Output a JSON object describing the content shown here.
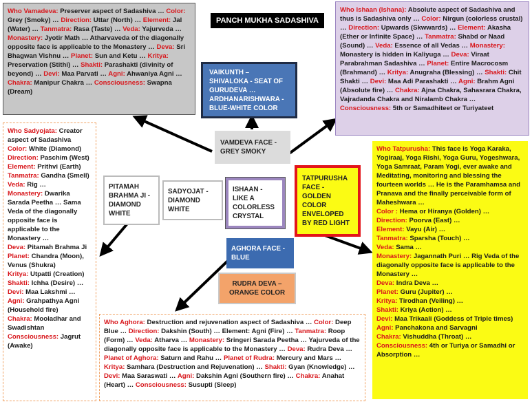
{
  "title": "PANCH MUKHA SADASHIVA",
  "vamadeva_panel": [
    {
      "k": "Who Vamadeva:",
      "v": " Preserver aspect of Sadashiva … "
    },
    {
      "k": "Color:",
      "v": " Grey (Smoky) … "
    },
    {
      "k": "Direction:",
      "v": " Uttar (North) … "
    },
    {
      "k": "Element:",
      "v": " Jal (Water) … "
    },
    {
      "k": "Tanmatra:",
      "v": " Rasa (Taste) … "
    },
    {
      "k": "Veda:",
      "v": " Yajurveda … "
    },
    {
      "k": "Monastery:",
      "v": " Jyotir Math … Atharvaveda of the diagonally opposite face is applicable to the Monastery … "
    },
    {
      "k": "Deva:",
      "v": " Sri Bhagwan Vishnu … "
    },
    {
      "k": "Planet:",
      "v": " Sun and Ketu … "
    },
    {
      "k": "Kritya:",
      "v": " Preservation (Stithi) … "
    },
    {
      "k": "Shakti:",
      "v": " Parashakti (divinity of beyond) … "
    },
    {
      "k": "Devi:",
      "v": " Maa Parvati … "
    },
    {
      "k": "Agni:",
      "v": " Ahwaniya Agni … "
    },
    {
      "k": "Chakra:",
      "v": " Manipur Chakra … "
    },
    {
      "k": "Consciousness:",
      "v": " Swapna (Dream)"
    }
  ],
  "ishaan_panel": [
    {
      "k": "Who Ishaan (Ishana):",
      "v": " Absolute aspect of Sadashiva and thus is Sadashiva only … "
    },
    {
      "k": "Color:",
      "v": " Nirgun (colorless crustal) … "
    },
    {
      "k": "Direction:",
      "v": " Upwards (Skwwards) … "
    },
    {
      "k": "Element:",
      "v": " Akasha (Ether or Infinite Space) … "
    },
    {
      "k": "Tanmatra:",
      "v": " Shabd or Naad (Sound) … "
    },
    {
      "k": "Veda:",
      "v": " Essence of all Vedas … "
    },
    {
      "k": "Monastery:",
      "v": " Monastery is hidden in Kaliyuga … "
    },
    {
      "k": "Deva:",
      "v": " Viraat Parabrahman Sadashiva … "
    },
    {
      "k": "Planet:",
      "v": " Entire Macrocosm (Brahmand) … "
    },
    {
      "k": "Kritya:",
      "v": " Anugraha (Blessing) … "
    },
    {
      "k": "Shakti:",
      "v": " Chit Shakti … "
    },
    {
      "k": "Devi:",
      "v": " Maa Adi Parashakti … "
    },
    {
      "k": "Agni:",
      "v": " Brahm Agni (Absolute fire) … "
    },
    {
      "k": "Chakra:",
      "v": " Ajna Chakra, Sahasrara Chakra, Vajradanda Chakra and Niralamb Chakra … "
    },
    {
      "k": "Consciousness:",
      "v": " 5th or Samadhiteet or Turiyateet"
    }
  ],
  "sadyojata_panel": [
    {
      "k": "Who Sadyojata:",
      "v": " Creator aspect of Sadashiva"
    },
    {
      "k": "Color:",
      "v": " White (Diamond)"
    },
    {
      "k": "Direction:",
      "v": " Paschim (West)"
    },
    {
      "k": "Element:",
      "v": " Prithvi (Earth)"
    },
    {
      "k": "Tanmatra:",
      "v": " Gandha (Smell)"
    },
    {
      "k": "Veda:",
      "v": " Rig …"
    },
    {
      "k": "Monastery:",
      "v": " Dwarika Sarada Peetha … Sama Veda of the diagonally opposite face is applicable to the Monastery …"
    },
    {
      "k": "Deva:",
      "v": " Pitamah Brahma Ji"
    },
    {
      "k": "Planet:",
      "v": " Chandra (Moon), Venus (Shukra)"
    },
    {
      "k": "Kritya:",
      "v": " Utpatti (Creation)"
    },
    {
      "k": "Shakti:",
      "v": " Ichha (Desire) …"
    },
    {
      "k": "Devi:",
      "v": " Maa Lakshmi …"
    },
    {
      "k": "Agni:",
      "v": " Grahpathya Agni (Household fire)"
    },
    {
      "k": "Chakra:",
      "v": " Mooladhar and Swadishtan"
    },
    {
      "k": "Consciousness:",
      "v": " Jagrut (Awake)"
    }
  ],
  "tatpurusha_panel": [
    {
      "k": "Who Tatpurusha:",
      "v": " This face is Yoga Karaka, Yogiraaj, Yoga Rishi, Yoga Guru, Yogeshwara, Yoga Samraat, Param Yogi, ever awake and Meditating, monitoring and blessing the fourteen worlds … He is the Paramhamsa and Pranava and the finally perceivable form of Maheshwara …"
    },
    {
      "k": "Color :",
      "v": " Hema or Hiranya (Golden) …"
    },
    {
      "k": "Direction:",
      "v": " Poorva (East) …"
    },
    {
      "k": "Element:",
      "v": " Vayu (Air) …"
    },
    {
      "k": "Tanmatra:",
      "v": " Sparsha (Touch) …"
    },
    {
      "k": "Veda:",
      "v": " Sama …"
    },
    {
      "k": "Monastery:",
      "v": " Jagannath Puri … Rig Veda of the diagonally opposite face is applicable to the Monastery …"
    },
    {
      "k": "Deva:",
      "v": " Indra Deva …"
    },
    {
      "k": "Planet:",
      "v": " Guru (Jupiter) …"
    },
    {
      "k": "Kritya:",
      "v": " Tirodhan (Veiling) …"
    },
    {
      "k": "Shakti:",
      "v": " Kriya (Action) …"
    },
    {
      "k": "Devi:",
      "v": " Maa Trikaali (Goddess of Triple times)"
    },
    {
      "k": "Agni:",
      "v": " Panchakona and Sarvagni"
    },
    {
      "k": "Chakra:",
      "v": " Vishuddha (Throat) …"
    },
    {
      "k": "Consciousness:",
      "v": " 4th or Turiya or Samadhi or Absorption …"
    }
  ],
  "aghora_panel": [
    {
      "k": "Who Aghora:",
      "v": " Destruction and rejuvenation aspect of Sadashiva … "
    },
    {
      "k": "Color:",
      "v": " Deep Blue … "
    },
    {
      "k": "Direction:",
      "v": " Dakshin (South) … Element: Agni (Fire) … "
    },
    {
      "k": "Tanmatra:",
      "v": " Roop (Form) … "
    },
    {
      "k": "Veda:",
      "v": " Atharva … "
    },
    {
      "k": "Monastery:",
      "v": " Sringeri Sarada Peetha … Yajurveda of the diagonally opposite face is applicable to the Monastery … "
    },
    {
      "k": "Deva:",
      "v": " Rudra Deva … "
    },
    {
      "k": "Planet of Aghora:",
      "v": " Saturn and Rahu … "
    },
    {
      "k": "Planet of Rudra:",
      "v": " Mercury and Mars … "
    },
    {
      "k": "Kritya:",
      "v": " Samhara (Destruction and Rejuvenation) … "
    },
    {
      "k": "Shakti:",
      "v": " Gyan (Knowledge) … "
    },
    {
      "k": "Devi:",
      "v": " Maa Saraswati … "
    },
    {
      "k": "Agni:",
      "v": " Dakshin Agni (Southern fire) … "
    },
    {
      "k": "Chakra:",
      "v": " Anahat (Heart) … "
    },
    {
      "k": "Consciousness:",
      "v": " Susupti (Sleep)"
    }
  ],
  "vaikunth_box": "VAIKUNTH – SHIVALOKA - SEAT OF GURUDEVA … ARDHANARISHWARA - BLUE-WHITE COLOR",
  "vamdeva_face": "VAMDEVA FACE - GREY SMOKY",
  "ishaan_face": "ISHAAN - LIKE A COLORLESS CRYSTAL",
  "sadyojat_face": "SADYOJAT - DIAMOND WHITE",
  "pitamah_box": "PITAMAH BRAHMA JI - DIAMOND WHITE",
  "tatpurusha_face": "TATPURUSHA FACE - GOLDEN COLOR ENVELOPED BY RED LIGHT",
  "aghora_face": "AGHORA FACE - BLUE",
  "rudra_box": "RUDRA DEVA – ORANGE COLOR",
  "colors": {
    "vamadeva_bg": "#c7c7c7",
    "ishaan_bg": "#ddd0e8",
    "tatpurusha_bg": "#fbfb14",
    "vaikunth_bg": "#4a76b6",
    "aghora_bg": "#3c6bb0",
    "rudra_bg": "#f3a36a",
    "ishaan_face_border": "#9b86be",
    "tatpurusha_border": "#e3151a",
    "label_red": "#d8161b"
  }
}
